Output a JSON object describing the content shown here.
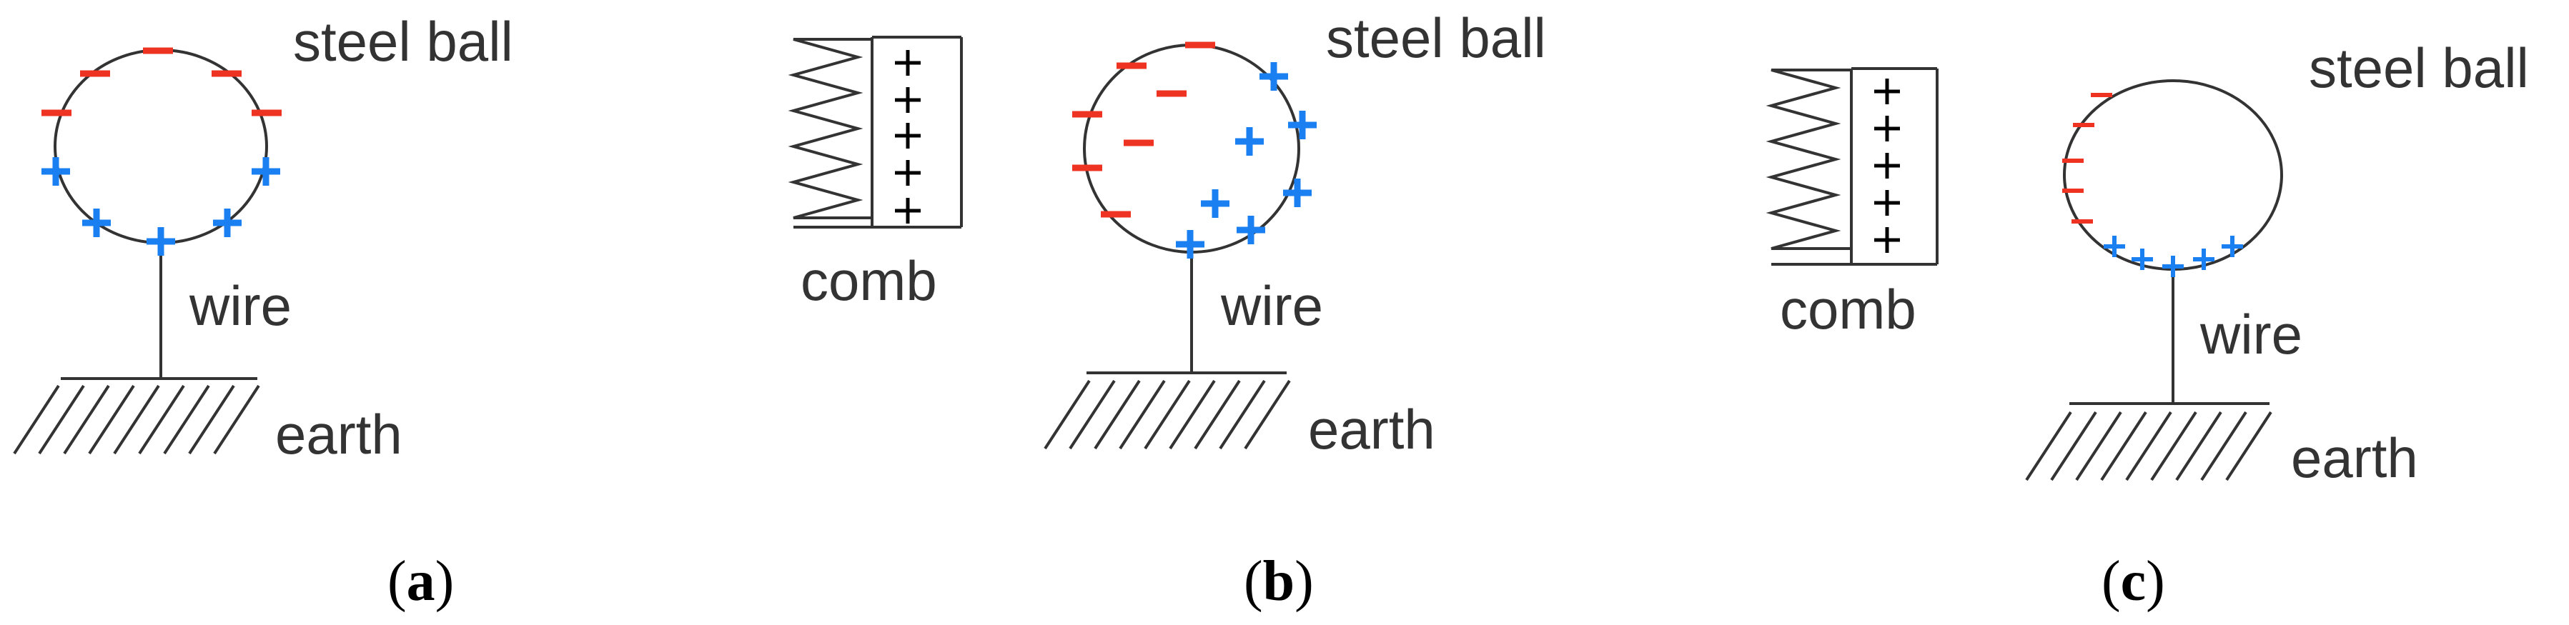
{
  "colors": {
    "positive_charge": "#1a7ff0",
    "negative_charge": "#ee3322",
    "outline": "#333333"
  },
  "panels": [
    {
      "id": "a",
      "labels": {
        "ball": "steel ball",
        "wire": "wire",
        "earth": "earth"
      },
      "caption": {
        "open": "(",
        "letter": "a",
        "close": ")"
      }
    },
    {
      "id": "b",
      "labels": {
        "ball": "steel ball",
        "comb": "comb",
        "wire": "wire",
        "earth": "earth"
      },
      "caption": {
        "open": "(",
        "letter": "b",
        "close": ")"
      }
    },
    {
      "id": "c",
      "labels": {
        "ball": "steel ball",
        "comb": "comb",
        "wire": "wire",
        "earth": "earth"
      },
      "caption": {
        "open": "(",
        "letter": "c",
        "close": ")"
      }
    }
  ]
}
